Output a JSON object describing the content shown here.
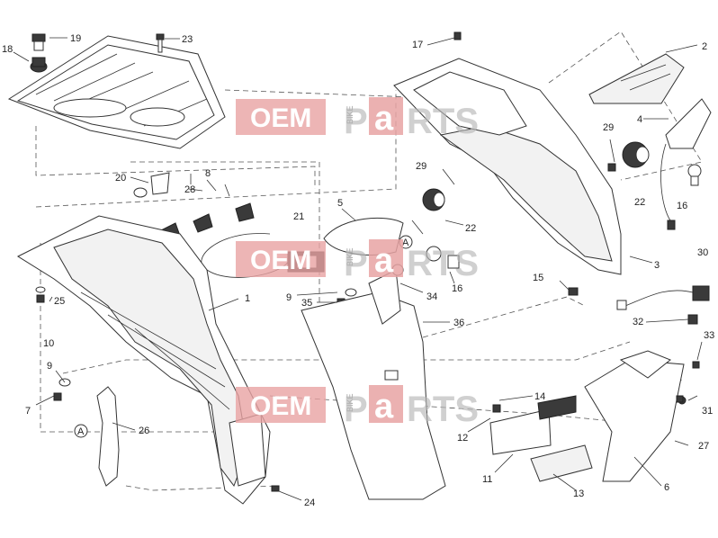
{
  "watermark": {
    "oem": "OEM",
    "bike": "BIKE",
    "p": "P",
    "a": "a",
    "rts": "RTS"
  },
  "callouts": [
    {
      "id": "c19",
      "text": "19"
    },
    {
      "id": "c18",
      "text": "18"
    },
    {
      "id": "c23",
      "text": "23"
    },
    {
      "id": "c17",
      "text": "17"
    },
    {
      "id": "c2",
      "text": "2"
    },
    {
      "id": "c4",
      "text": "4"
    },
    {
      "id": "c29a",
      "text": "29"
    },
    {
      "id": "c29b",
      "text": "29"
    },
    {
      "id": "c20",
      "text": "20"
    },
    {
      "id": "c8",
      "text": "8"
    },
    {
      "id": "c28",
      "text": "28"
    },
    {
      "id": "c5",
      "text": "5"
    },
    {
      "id": "c22a",
      "text": "22"
    },
    {
      "id": "c22b",
      "text": "22"
    },
    {
      "id": "c16a",
      "text": "16"
    },
    {
      "id": "c21",
      "text": "21"
    },
    {
      "id": "c3",
      "text": "3"
    },
    {
      "id": "c30",
      "text": "30"
    },
    {
      "id": "c25",
      "text": "25"
    },
    {
      "id": "c15",
      "text": "15"
    },
    {
      "id": "c1",
      "text": "1"
    },
    {
      "id": "c9a",
      "text": "9"
    },
    {
      "id": "c35",
      "text": "35"
    },
    {
      "id": "c34",
      "text": "34"
    },
    {
      "id": "c16b",
      "text": "16"
    },
    {
      "id": "c10",
      "text": "10"
    },
    {
      "id": "c36",
      "text": "36"
    },
    {
      "id": "c32",
      "text": "32"
    },
    {
      "id": "c33",
      "text": "33"
    },
    {
      "id": "c9b",
      "text": "9"
    },
    {
      "id": "c7",
      "text": "7"
    },
    {
      "id": "c14",
      "text": "14"
    },
    {
      "id": "c31",
      "text": "31"
    },
    {
      "id": "c26",
      "text": "26"
    },
    {
      "id": "c12",
      "text": "12"
    },
    {
      "id": "c27",
      "text": "27"
    },
    {
      "id": "c11",
      "text": "11"
    },
    {
      "id": "c6",
      "text": "6"
    },
    {
      "id": "c13",
      "text": "13"
    },
    {
      "id": "c24",
      "text": "24"
    }
  ],
  "ref_markers": [
    {
      "id": "ra1",
      "text": "A"
    },
    {
      "id": "ra2",
      "text": "A"
    }
  ]
}
